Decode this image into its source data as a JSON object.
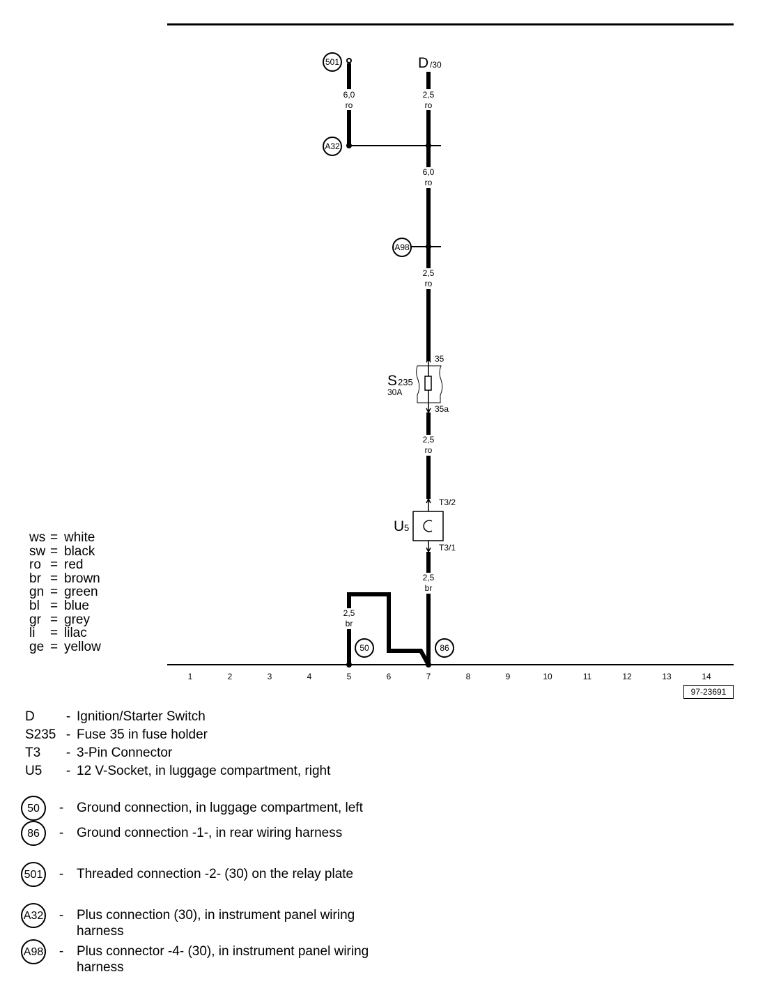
{
  "diagram": {
    "figure_number": "97-23691",
    "top_terminal": {
      "letter": "D",
      "sub": "/30"
    },
    "wires": [
      {
        "gauge": "6,0",
        "color": "ro"
      },
      {
        "gauge": "2,5",
        "color": "ro"
      },
      {
        "gauge": "6,0",
        "color": "ro"
      },
      {
        "gauge": "2,5",
        "color": "ro"
      },
      {
        "gauge": "2,5",
        "color": "ro"
      },
      {
        "gauge": "2,5",
        "color": "br"
      },
      {
        "gauge": "2,5",
        "color": "br"
      }
    ],
    "connectors": {
      "c501": "501",
      "a32": "A32",
      "a98": "A98",
      "g50": "50",
      "g86": "86"
    },
    "fuse": {
      "name_main": "S",
      "name_sub": "235",
      "rating": "30A",
      "pin_in": "35",
      "pin_out": "35a"
    },
    "socket": {
      "name_main": "U",
      "name_sub": "5",
      "pin_in": "T3/2",
      "pin_out": "T3/1"
    },
    "track_numbers": [
      "1",
      "2",
      "3",
      "4",
      "5",
      "6",
      "7",
      "8",
      "9",
      "10",
      "11",
      "12",
      "13",
      "14"
    ]
  },
  "color_legend": [
    {
      "abbr": "ws",
      "name": "white"
    },
    {
      "abbr": "sw",
      "name": "black"
    },
    {
      "abbr": "ro",
      "name": "red"
    },
    {
      "abbr": "br",
      "name": "brown"
    },
    {
      "abbr": "gn",
      "name": "green"
    },
    {
      "abbr": "bl",
      "name": "blue"
    },
    {
      "abbr": "gr",
      "name": "grey"
    },
    {
      "abbr": "li",
      "name": "lilac"
    },
    {
      "abbr": "ge",
      "name": "yellow"
    }
  ],
  "component_legend": [
    {
      "code": "D",
      "desc": "Ignition/Starter Switch"
    },
    {
      "code": "S235",
      "desc": "Fuse 35 in fuse holder"
    },
    {
      "code": "T3",
      "desc": "3-Pin Connector"
    },
    {
      "code": "U5",
      "desc": "12 V-Socket, in luggage compartment, right"
    }
  ],
  "connection_legend": [
    {
      "code": "50",
      "desc": "Ground connection, in luggage compartment, left"
    },
    {
      "code": "86",
      "desc": "Ground connection -1-, in rear wiring harness"
    },
    {
      "code": "501",
      "desc": "Threaded connection -2- (30) on the relay plate"
    },
    {
      "code": "A32",
      "desc": "Plus connection (30), in instrument panel wiring harness"
    },
    {
      "code": "A98",
      "desc": "Plus connector -4- (30), in instrument panel wiring harness"
    }
  ]
}
